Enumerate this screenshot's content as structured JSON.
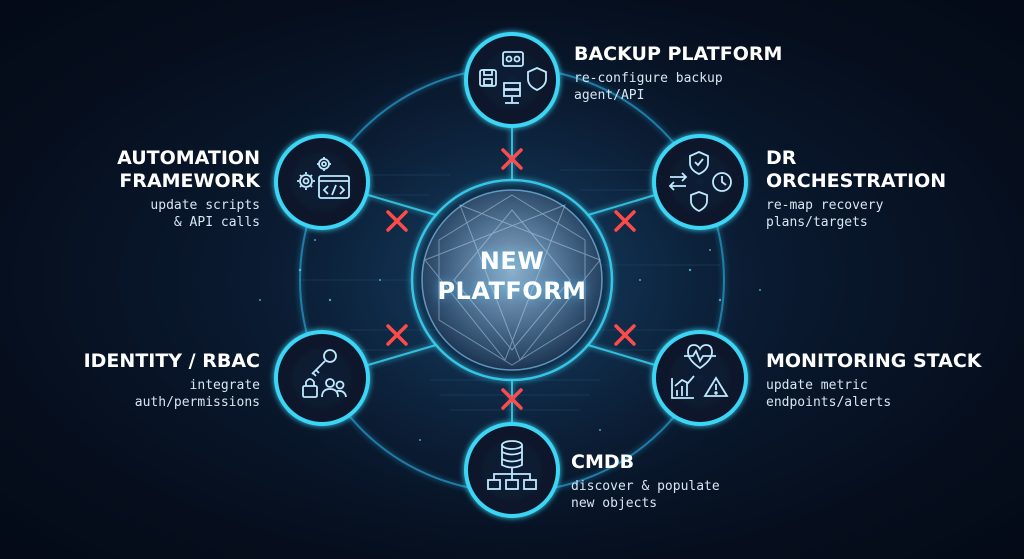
{
  "hub": {
    "line1": "NEW",
    "line2": "PLATFORM"
  },
  "nodes": {
    "backup": {
      "title": "BACKUP PLATFORM",
      "desc1": "re-configure backup",
      "desc2": "agent/API"
    },
    "dr": {
      "title1": "DR",
      "title2": "ORCHESTRATION",
      "desc1": "re-map recovery",
      "desc2": "plans/targets"
    },
    "monitoring": {
      "title": "MONITORING STACK",
      "desc1": "update metric",
      "desc2": "endpoints/alerts"
    },
    "cmdb": {
      "title": "CMDB",
      "desc1": "discover & populate",
      "desc2": "new objects"
    },
    "identity": {
      "title": "IDENTITY / RBAC",
      "desc1": "integrate",
      "desc2": "auth/permissions"
    },
    "automation": {
      "title1": "AUTOMATION",
      "title2": "FRAMEWORK",
      "desc1": "update scripts",
      "desc2": "& API calls"
    }
  },
  "colors": {
    "accent": "#3ad6f5",
    "ring": "#2aa6d8",
    "broken_link": "#ff4a4a",
    "background": "#07111f"
  },
  "icons": {
    "backup": [
      "floppy-disk-icon",
      "tape-icon",
      "shield-icon",
      "server-icon"
    ],
    "dr": [
      "shield-check-icon",
      "arrows-swap-icon",
      "clock-icon",
      "shield-icon"
    ],
    "monitoring": [
      "heart-pulse-icon",
      "bar-chart-icon",
      "alert-triangle-icon"
    ],
    "cmdb": [
      "database-icon",
      "hierarchy-icon"
    ],
    "identity": [
      "key-icon",
      "lock-icon",
      "users-icon"
    ],
    "automation": [
      "gears-icon",
      "code-window-icon"
    ]
  }
}
